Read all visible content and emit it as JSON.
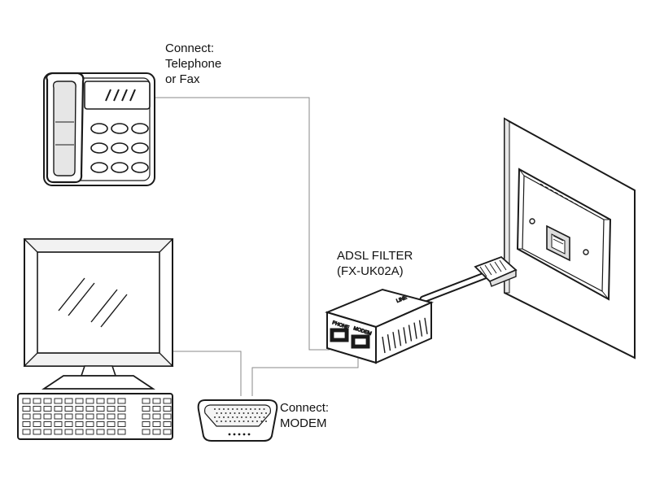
{
  "phone_label": {
    "line1": "Connect:",
    "line2": "Telephone",
    "line3": "or Fax"
  },
  "filter_label": {
    "line1": "ADSL FILTER",
    "line2": "(FX-UK02A)"
  },
  "modem_label": {
    "line1": "Connect:",
    "line2": "MODEM"
  },
  "filter_ports": {
    "phone": "PHONE",
    "modem": "MODEM",
    "line": "LINE"
  },
  "colors": {
    "stroke": "#1a1a1a",
    "wire": "#8a8a8a",
    "background": "#ffffff"
  }
}
